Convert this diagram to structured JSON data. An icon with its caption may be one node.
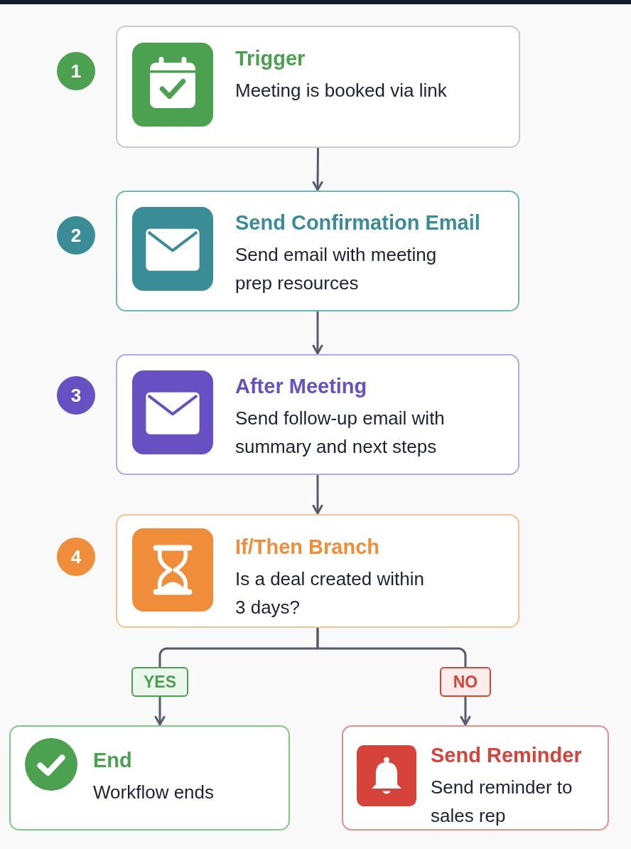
{
  "diagram": {
    "nodes": [
      {
        "text": [
          "1"
        ]
      },
      {
        "text": [
          "Trigger",
          "Meeting is booked via link"
        ]
      },
      {
        "text": [
          "2"
        ]
      },
      {
        "text": [
          "Send Confirmation Email",
          "Send email with meeting prep resources"
        ]
      },
      {
        "text": [
          "3"
        ]
      },
      {
        "text": [
          "After Meeting",
          "Send follow-up email with summary and next steps"
        ]
      },
      {
        "text": [
          "4"
        ]
      },
      {
        "text": [
          "If/Then Branch",
          "Is a deal created within 3 days?"
        ]
      },
      {
        "text": [
          "End",
          "Workflow ends"
        ]
      },
      {
        "text": [
          "Send Reminder",
          "Send reminder to sales rep"
        ]
      }
    ],
    "edges": [
      {
        "from": 1,
        "to": 3,
        "arrow": "to"
      },
      {
        "from": 3,
        "to": 5,
        "arrow": "to"
      },
      {
        "from": 5,
        "to": 7,
        "arrow": "to"
      },
      {
        "from": 7,
        "to": 8,
        "arrow": "to",
        "label": "YES"
      },
      {
        "from": 7,
        "to": 9,
        "arrow": "to",
        "label": "NO"
      }
    ]
  }
}
